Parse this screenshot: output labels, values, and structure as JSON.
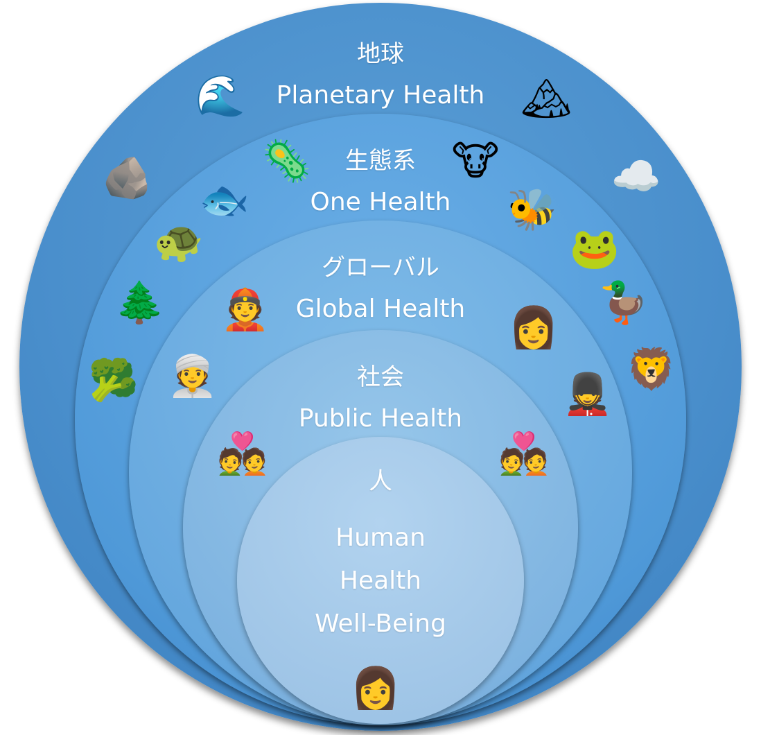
{
  "layers": {
    "planetary": {
      "jp": "地球",
      "en": "Planetary Health"
    },
    "one": {
      "jp": "生態系",
      "en": "One Health"
    },
    "global": {
      "jp": "グローバル",
      "en": "Global Health"
    },
    "public": {
      "jp": "社会",
      "en": "Public Health"
    },
    "human": {
      "jp": "人",
      "line1": "Human",
      "line2": "Health",
      "line3": "Well-Being"
    }
  },
  "emojis": {
    "wave": "🌊",
    "mountain": "🏔",
    "rock": "🪨",
    "cloud": "☁️",
    "virus": "🦠",
    "cow": "🐮",
    "fish": "🐟",
    "bee": "🐝",
    "turtle": "🐢",
    "frog": "🐸",
    "tree": "🌲",
    "duck": "🦆",
    "broccoli": "🥦",
    "lion": "🦁",
    "man_cap": "👲",
    "woman_curly": "👩",
    "woman_turban": "👳",
    "guard": "💂",
    "couple_left": "💑",
    "couple_right": "💑",
    "woman_center": "👩"
  },
  "colors": {
    "planetary": "#4a8fcc",
    "one": "#4f99d8",
    "global": "#65a7de",
    "public": "#7eb3e0",
    "human": "#9ec4e6",
    "text": "#ffffff"
  }
}
